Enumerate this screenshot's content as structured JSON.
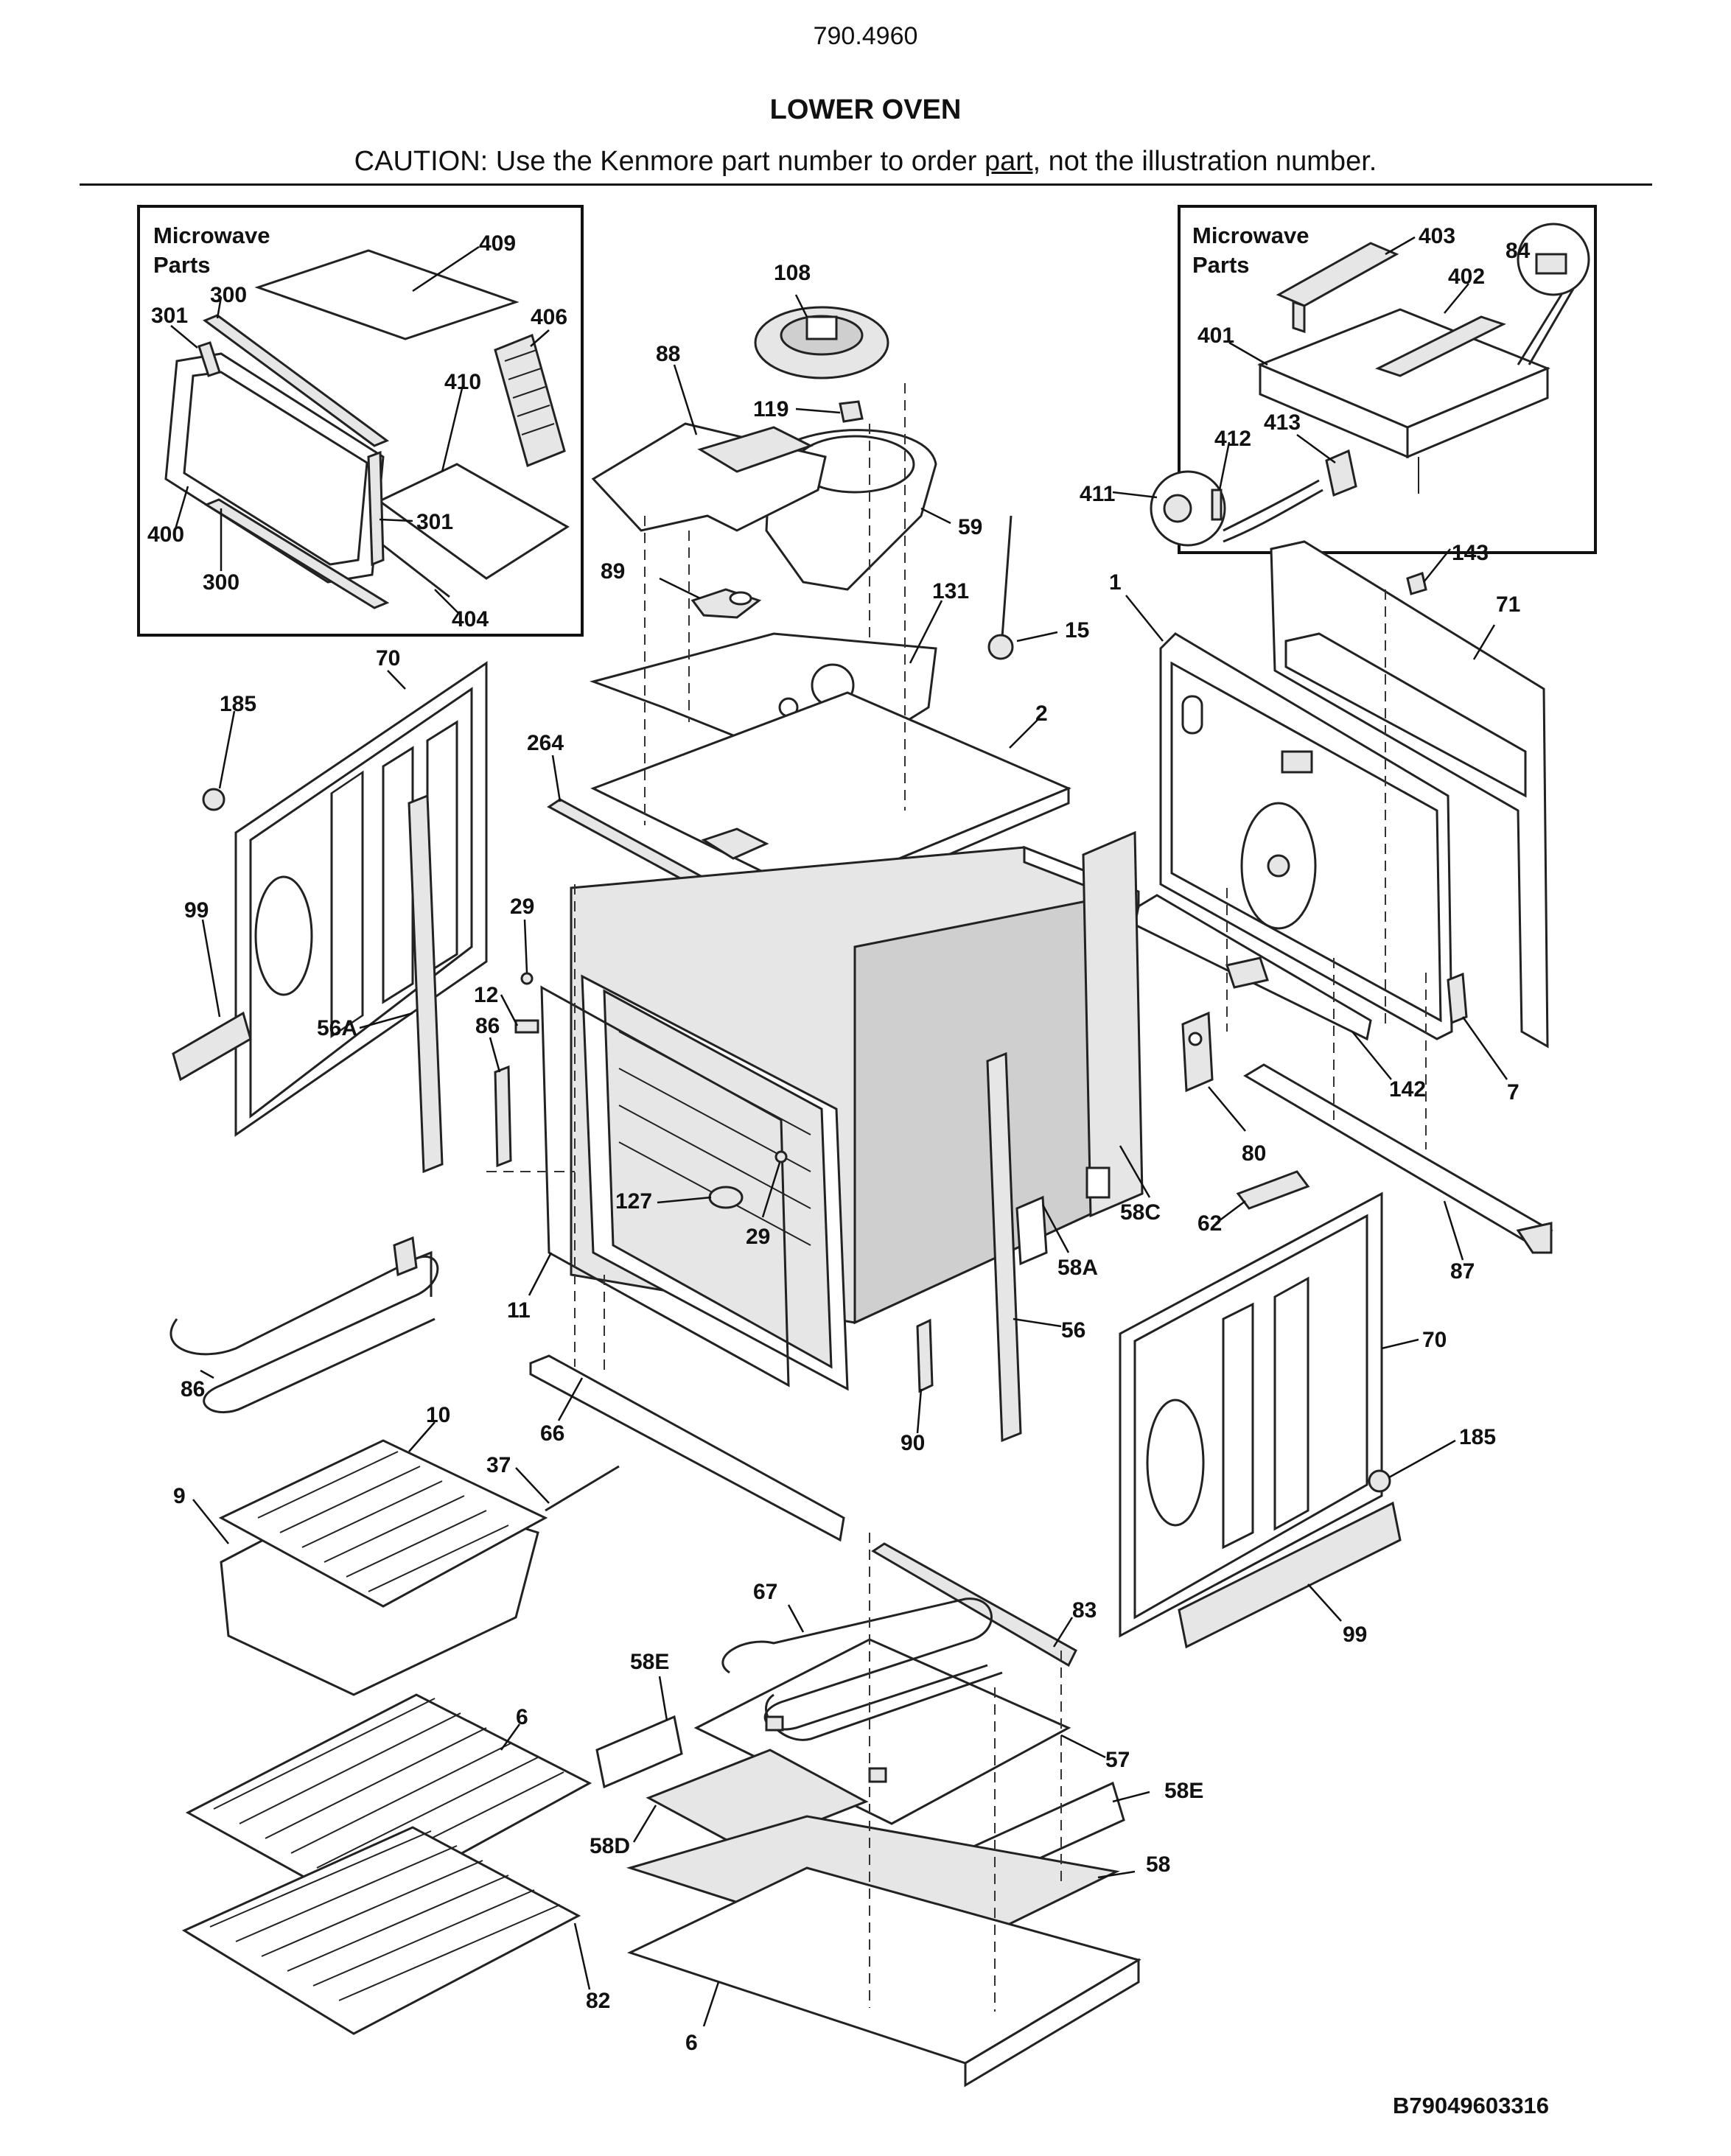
{
  "header": {
    "model_number": "790.4960",
    "title": "LOWER OVEN",
    "caution_before": "CAUTION: Use the Kenmore part number to order ",
    "caution_underlined": "part",
    "caution_after": ", not the illustration number."
  },
  "insets": [
    {
      "title_line1": "Microwave",
      "title_line2": "Parts"
    },
    {
      "title_line1": "Microwave",
      "title_line2": "Parts"
    }
  ],
  "callouts": [
    "409",
    "300",
    "301",
    "406",
    "410",
    "400",
    "301",
    "300",
    "404",
    "403",
    "84",
    "402",
    "401",
    "412",
    "413",
    "411",
    "108",
    "88",
    "119",
    "59",
    "89",
    "131",
    "15",
    "2",
    "264",
    "1",
    "143",
    "71",
    "7",
    "142",
    "80",
    "62",
    "87",
    "70",
    "185",
    "99",
    "56A",
    "29",
    "12",
    "86",
    "127",
    "29",
    "11",
    "58C",
    "58A",
    "56",
    "66",
    "90",
    "86",
    "10",
    "37",
    "9",
    "70",
    "185",
    "99",
    "67",
    "83",
    "58E",
    "57",
    "58E",
    "58D",
    "58",
    "6",
    "6",
    "82"
  ],
  "footer": {
    "document_id": "B79049603316"
  }
}
